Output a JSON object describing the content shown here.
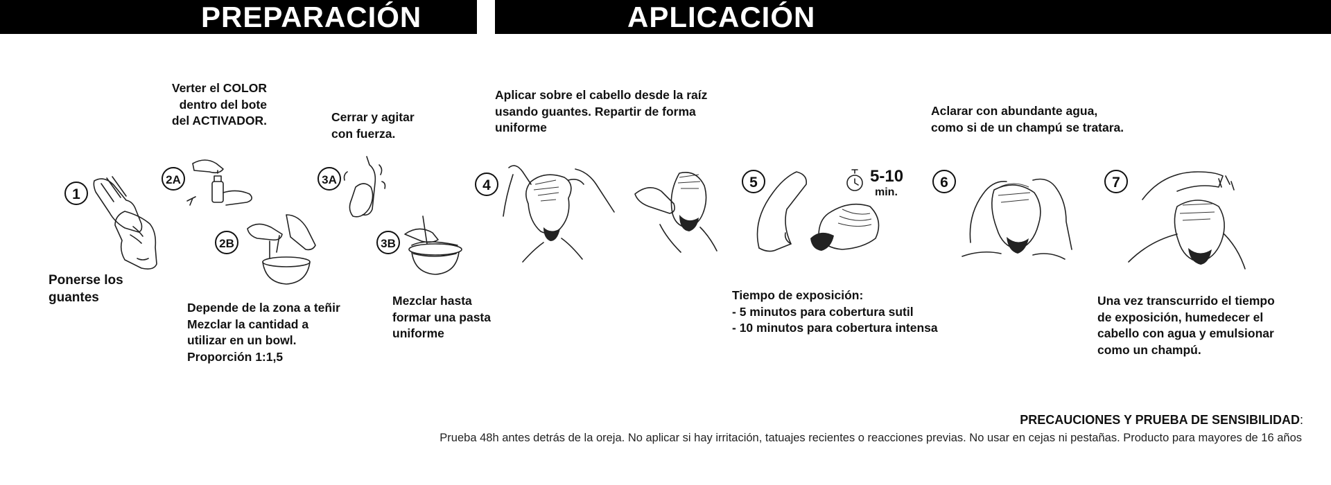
{
  "headers": {
    "preparation": "PREPARACIÓN",
    "application": "APLICACIÓN"
  },
  "steps": {
    "s1": {
      "number": "1",
      "text": "Ponerse los\nguantes"
    },
    "s2a": {
      "number": "2A",
      "text": "Verter el COLOR\ndentro del bote\ndel ACTIVADOR."
    },
    "s2b": {
      "number": "2B",
      "text": "Depende de la zona a teñir\n Mezclar la cantidad a\nutilizar en un bowl.\nProporción 1:1,5"
    },
    "s3a": {
      "number": "3A",
      "text": "Cerrar y agitar\ncon fuerza."
    },
    "s3b": {
      "number": "3B",
      "text": "Mezclar hasta\nformar una pasta\nuniforme"
    },
    "s4": {
      "number": "4",
      "text": "Aplicar sobre el cabello desde la raíz\nusando guantes. Repartir de forma\nuniforme"
    },
    "s5": {
      "number": "5",
      "text": "Tiempo de exposición:\n - 5 minutos para cobertura sutil\n- 10 minutos para cobertura intensa",
      "timer_value": "5-10",
      "timer_unit": "min."
    },
    "s6": {
      "number": "6",
      "text": "Aclarar con abundante agua,\ncomo si de un champú se tratara."
    },
    "s7": {
      "number": "7",
      "text": "Una vez transcurrido el tiempo\nde exposición, humedecer el\ncabello con agua y emulsionar\ncomo un champú."
    }
  },
  "precautions": {
    "title": "PRECAUCIONES Y PRUEBA DE SENSIBILIDAD",
    "colon": ":",
    "body": "Prueba 48h antes detrás de la oreja. No aplicar si hay irritación, tatuajes recientes o reacciones previas. No usar en cejas ni pestañas. Producto para mayores de 16 años"
  },
  "icons": [
    "gloves-icon",
    "bottle-pour-icon",
    "bowl-pour-icon",
    "shake-bottle-icon",
    "whisk-bowl-icon",
    "apply-hair-icon",
    "apply-beard-icon",
    "rinse-icon",
    "stopwatch-icon",
    "wash-hair-icon",
    "shower-hair-icon"
  ]
}
